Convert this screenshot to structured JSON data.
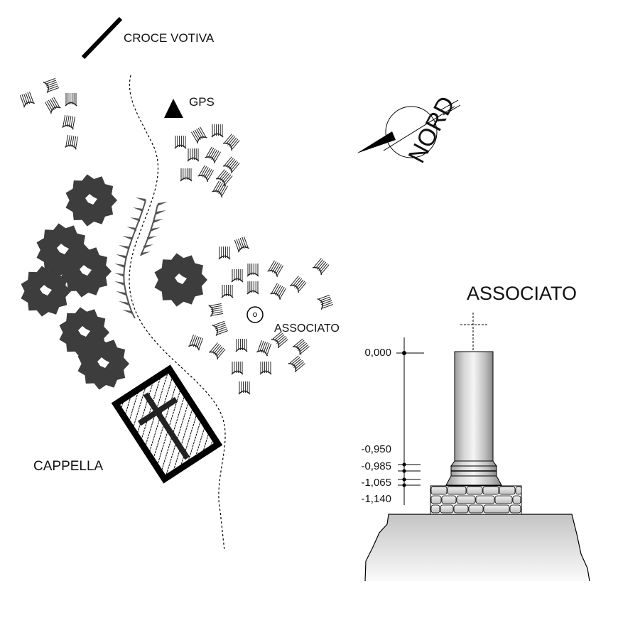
{
  "labels": {
    "croce_votiva": "CROCE VOTIVA",
    "gps": "GPS",
    "nord": "NORD",
    "associato_map": "ASSOCIATO",
    "cappella": "CAPPELLA",
    "associato_section": "ASSOCIATO"
  },
  "elevations": [
    {
      "label": "0,000",
      "value": 0.0
    },
    {
      "label": "-0,950",
      "value": -0.95
    },
    {
      "label": "-0,985",
      "value": -0.985
    },
    {
      "label": "-1,065",
      "value": -1.065
    },
    {
      "label": "-1,140",
      "value": -1.14
    }
  ],
  "icons": {
    "tree_fill": "#3d3d3d",
    "grass_stroke": "#222222"
  }
}
